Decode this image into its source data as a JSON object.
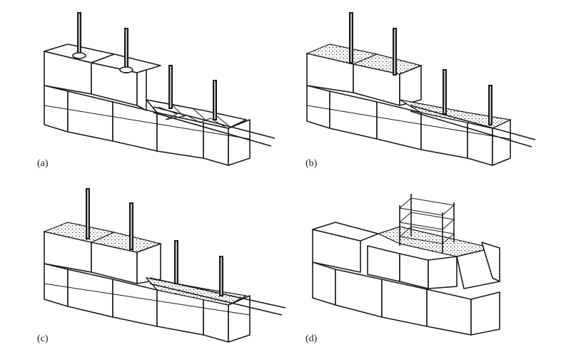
{
  "figure": {
    "panels": [
      {
        "id": "a",
        "label": "(a)"
      },
      {
        "id": "b",
        "label": "(b)"
      },
      {
        "id": "c",
        "label": "(c)"
      },
      {
        "id": "d",
        "label": "(d)"
      }
    ],
    "colors": {
      "ink": "#1a1a1a",
      "paper": "#ffffff",
      "rebar": "#bdbdbd"
    }
  }
}
